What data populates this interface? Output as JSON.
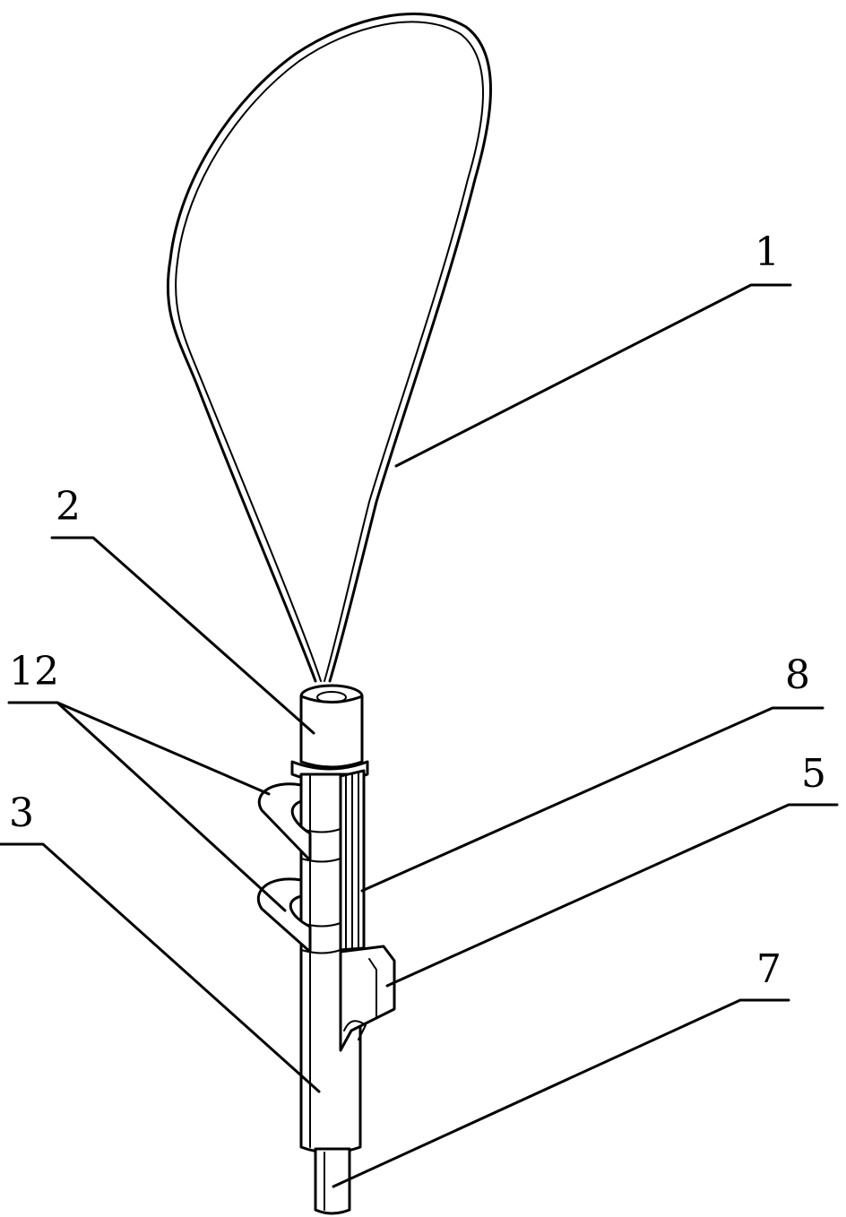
{
  "diagram": {
    "labels": [
      {
        "id": "1",
        "text": "1"
      },
      {
        "id": "2",
        "text": "2"
      },
      {
        "id": "12",
        "text": "12"
      },
      {
        "id": "8",
        "text": "8"
      },
      {
        "id": "3",
        "text": "3"
      },
      {
        "id": "5",
        "text": "5"
      },
      {
        "id": "7",
        "text": "7"
      }
    ],
    "colors": {
      "line": "#000000",
      "background": "#ffffff"
    }
  }
}
